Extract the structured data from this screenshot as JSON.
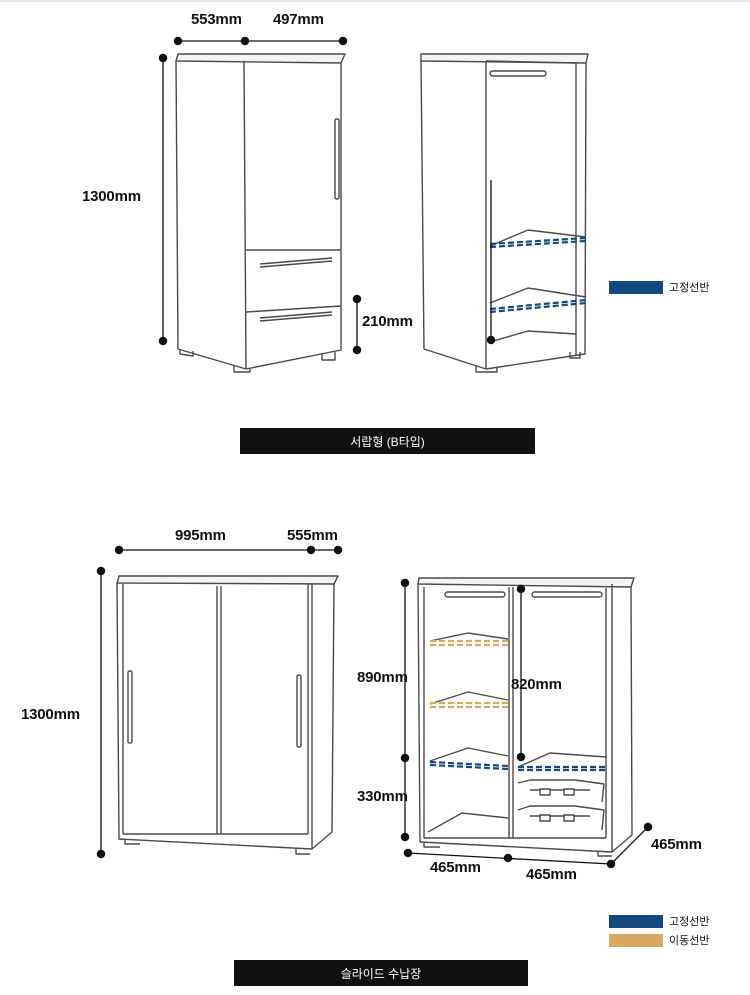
{
  "section_1": {
    "width_left": "553mm",
    "width_right": "497mm",
    "height": "1300mm",
    "drawer_height": "210mm",
    "caption": "서랍형 (B타입)",
    "legend": [
      {
        "label": "고정선반",
        "color": "#124a80"
      }
    ]
  },
  "section_2": {
    "width_main": "995mm",
    "depth": "555mm",
    "height": "1300mm",
    "upper_height": "890mm",
    "lower_height": "330mm",
    "hanging_height": "820mm",
    "bottom_left": "465mm",
    "bottom_right": "465mm",
    "side_depth": "465mm",
    "caption": "슬라이드 수납장",
    "legend": [
      {
        "label": "고정선반",
        "color": "#124a80"
      },
      {
        "label": "이동선반",
        "color": "#d9a860"
      }
    ]
  }
}
